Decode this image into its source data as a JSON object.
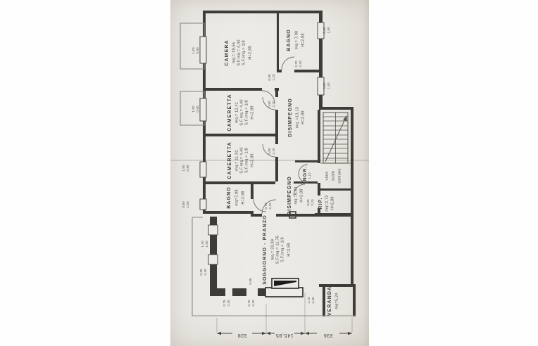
{
  "sheet": {
    "kind": "apartment floor plan (rotated 90°)",
    "colors": {
      "paper": "#eceae6",
      "ink": "#3e3c39"
    }
  },
  "rooms": [
    {
      "name": "CAMERA",
      "lines": [
        "mq.= 19,56",
        "S.F.mq.= 4,40",
        "S.F./mq.> 1/8",
        "H=2,88"
      ]
    },
    {
      "name": "BAGNO",
      "lines": [
        "mq.= 7,90",
        "H=2,88"
      ]
    },
    {
      "name": "CAMERETTA",
      "lines": [
        "mq.= 12,41",
        "S.F.mq.= 4,40",
        "S.F./mq.> 1/8",
        "H=2,88"
      ]
    },
    {
      "name": "DISIMPEGNO",
      "lines": [
        "mq. =13,13",
        "H=2,88"
      ]
    },
    {
      "name": "CAMERETTA",
      "lines": [
        "mq.= 11,91",
        "S.F.mq.= 4,40",
        "S.F./mq.> 1/8",
        "H=2,88"
      ]
    },
    {
      "name": "BAGNO",
      "lines": [
        "mq=7,98",
        "H=2,88"
      ]
    },
    {
      "name": "DISIMPEGNO",
      "lines": [
        "mq =6,83",
        "H=2,88"
      ]
    },
    {
      "name": "INGR.",
      "lines": []
    },
    {
      "name": "vano",
      "lines": [
        "scala",
        "comune"
      ]
    },
    {
      "name": "RIP.",
      "lines": [
        "mq=2,72",
        "H=2,88"
      ]
    },
    {
      "name": "SOGGIORNO - PRANZO",
      "lines": [
        "mq.= 33,90",
        "S.F.mq.= 11,76",
        "S.F./mq.> 1/8",
        "H=2,88"
      ]
    },
    {
      "name": "VERANDA",
      "lines": [
        "mq=5,24"
      ]
    }
  ],
  "openings": [
    {
      "a": "1,50",
      "b": "0,90"
    },
    {
      "a": "1,50",
      "b": "0,90"
    },
    {
      "a": "1,50",
      "b": "0,90"
    },
    {
      "a": "0,60",
      "b": "1,50"
    },
    {
      "a": "0,90",
      "b": "1,50"
    },
    {
      "a": "0,90",
      "b": "1,50"
    },
    {
      "a": "0,70",
      "b": "2,20"
    },
    {
      "a": "0,80",
      "b": "2,20"
    },
    {
      "a": "0,80",
      "b": "2,20"
    },
    {
      "a": "0,80",
      "b": "2,20"
    },
    {
      "a": "0,70",
      "b": "2,20"
    },
    {
      "a": "1,10",
      "b": ""
    },
    {
      "a": "0,80",
      "b": "2,20"
    },
    {
      "a": "1,40",
      "b": "1,50"
    },
    {
      "a": "0,35",
      "b": "2,40"
    },
    {
      "a": "0,75",
      "b": "2,40"
    },
    {
      "a": "0,75",
      "b": "2,40"
    },
    {
      "a": "1,15",
      "b": "2,40"
    },
    {
      "a": "0,86",
      "b": ""
    }
  ],
  "bottom_dimensions": {
    "segments": [
      "328",
      "145,85",
      "336"
    ]
  }
}
